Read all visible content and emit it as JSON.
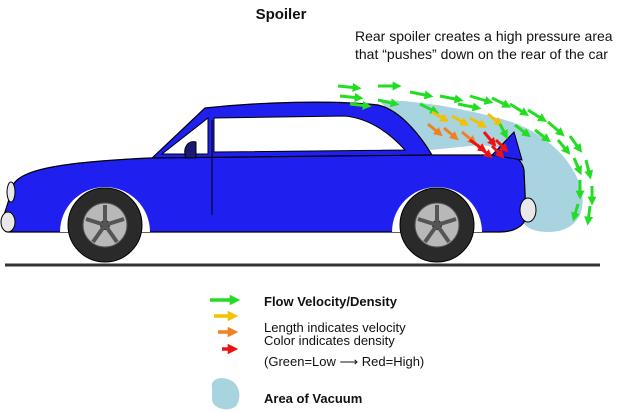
{
  "diagram": {
    "title": "Spoiler",
    "note_lines": [
      "Rear spoiler creates a high pressure area",
      "that “pushes” down on the rear of the car"
    ],
    "colors": {
      "body": "#1f1ff0",
      "window": "#ffffff",
      "vacuum": "#a8d4e0",
      "ground": "#333333",
      "tire": "#2a2a2a",
      "rim": "#b8b8b8",
      "low_velocity": "#22dd22",
      "medium_velocity": "#f2c200",
      "high_medium_velocity": "#f08020",
      "high_velocity": "#ee1111"
    }
  },
  "legend": {
    "flow_label": "Flow Velocity/Density",
    "length_label": "Length indicates velocity",
    "color_label": "Color indicates density",
    "range_label": "(Green=Low ⟶  Red=High)",
    "vacuum_label": "Area of Vacuum",
    "arrow_icons": [
      "green-arrow",
      "yellow-arrow",
      "orange-arrow",
      "red-arrow"
    ]
  }
}
